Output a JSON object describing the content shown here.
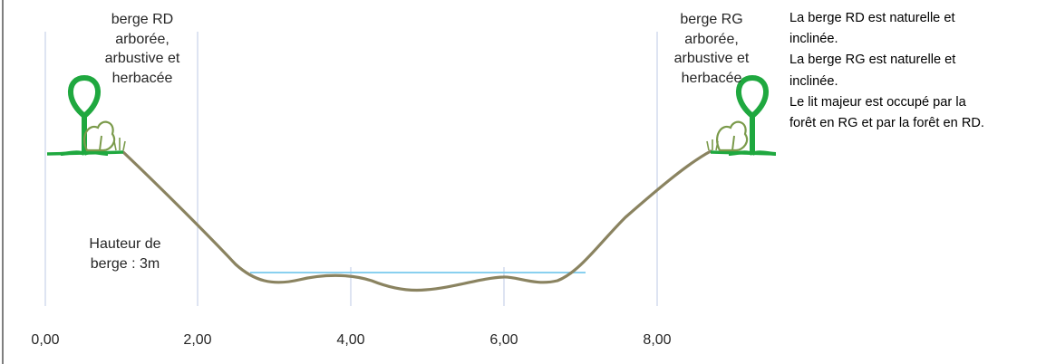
{
  "diagram": {
    "left_bank_lines": [
      "berge RD",
      "arborée,",
      "arbustive et",
      "herbacée"
    ],
    "right_bank_lines": [
      "berge RG",
      "arborée,",
      "arbustive et",
      "herbacée"
    ],
    "height_label_lines": [
      "Hauteur de",
      "berge : 3m"
    ],
    "x_ticks": [
      "0,00",
      "2,00",
      "4,00",
      "6,00",
      "8,00"
    ],
    "tick_values": [
      0,
      2,
      4,
      6,
      8
    ],
    "description_lines": [
      "La berge RD est naturelle et",
      "inclinée.",
      "La berge RG est naturelle et",
      "inclinée.",
      "Le lit majeur est occupé par la",
      "forêt en RG et par la forêt en RD."
    ],
    "bank_height_m": 3,
    "colors": {
      "bed_profile": "#8a8360",
      "water": "#89d0ef",
      "gridline": "#bcc8e4",
      "tree_green": "#1fa83f",
      "shrub_green": "#7a9a4a",
      "frame": "#7f7f7f"
    },
    "icons": [
      "tree-icon",
      "shrub-icon"
    ]
  }
}
